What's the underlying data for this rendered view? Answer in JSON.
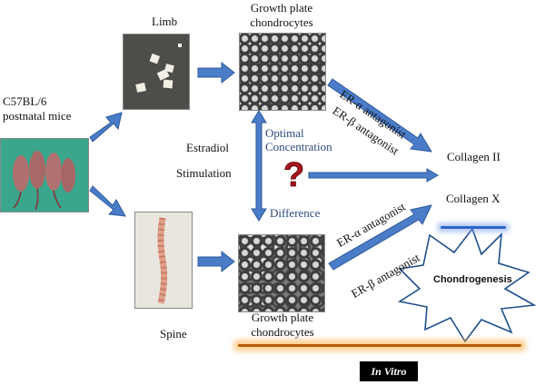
{
  "labels": {
    "mice_source": [
      "C57BL/6",
      "postnatal mice"
    ],
    "limb": "Limb",
    "spine": "Spine",
    "growth_plate_top": [
      "Growth plate",
      "chondrocytes"
    ],
    "growth_plate_bottom": [
      "Growth plate",
      "chondrocytes"
    ],
    "estradiol": "Estradiol",
    "stimulation": "Stimulation",
    "optimal": "Optimal",
    "concentration": "Concentration",
    "difference": "Difference",
    "question": "?",
    "er_alpha_top": "ER-α antagonist",
    "er_beta_top": "ER-β antagonist",
    "er_alpha_bottom": "ER-α antagonist",
    "er_beta_bottom": "ER-β antagonist",
    "collagen_ii": "Collagen II",
    "collagen_x": "Collagen X",
    "chondrogenesis": "Chondrogenesis",
    "in_vitro": "In Vitro"
  },
  "colors": {
    "arrow_fill": "#4a7cc8",
    "arrow_stroke": "#2e5a9c",
    "question_mark": "#c8202a",
    "label_blue": "#2b4a7d"
  }
}
